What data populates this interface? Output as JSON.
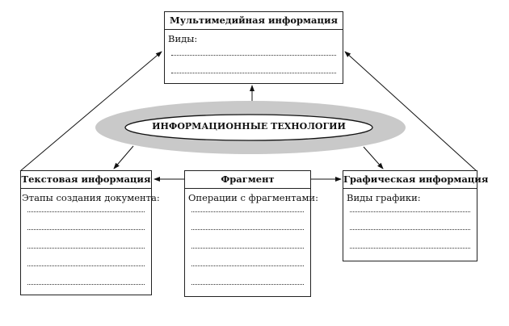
{
  "center": {
    "title": "ИНФОРМАЦИОННЫЕ ТЕХНОЛОГИИ"
  },
  "boxes": {
    "multimedia": {
      "title": "Мультимедийная информация",
      "label": "Виды:",
      "blank_lines": 2
    },
    "text": {
      "title": "Текстовая информация",
      "label": "Этапы создания документа:",
      "blank_lines": 5
    },
    "fragment": {
      "title": "Фрагмент",
      "label": "Операции с фрагментами:",
      "blank_lines": 5
    },
    "graphic": {
      "title": "Графическая информация",
      "label": "Виды графики:",
      "blank_lines": 3
    }
  }
}
